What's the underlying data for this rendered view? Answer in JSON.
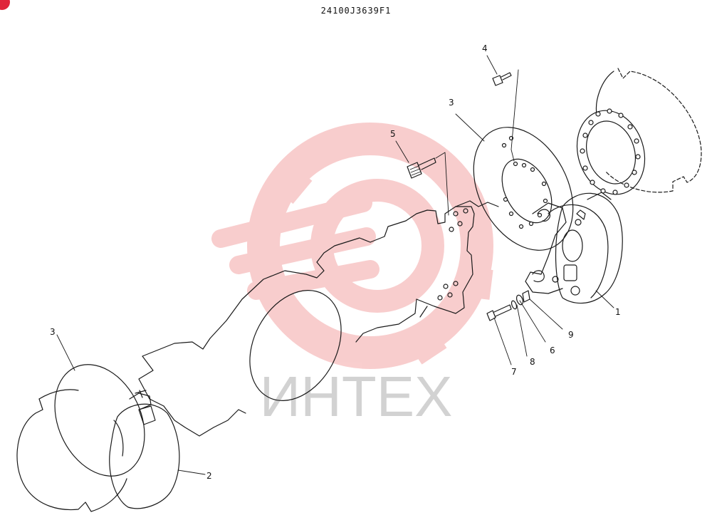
{
  "document": {
    "code": "24100J3639F1"
  },
  "watermark": {
    "text": "ИНТЕХ",
    "gear_color": "#f4a6a6",
    "text_color": "#c8c8c8"
  },
  "callouts": [
    "1",
    "2",
    "3",
    "3",
    "4",
    "5",
    "6",
    "7",
    "8",
    "9"
  ],
  "colors": {
    "line": "#1a1a1a",
    "accent": "#e0243a"
  }
}
